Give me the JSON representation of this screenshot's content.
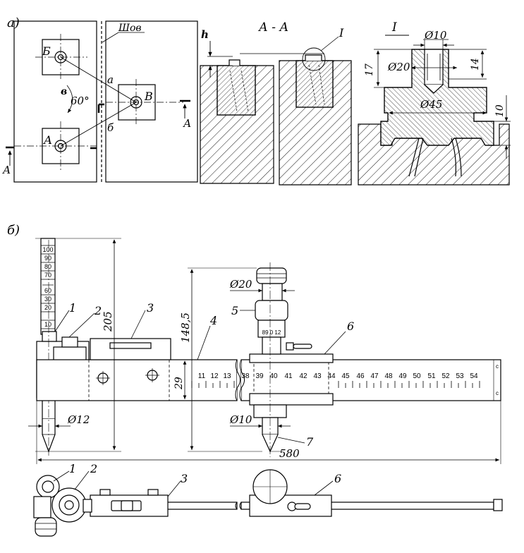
{
  "figure_a": {
    "tag": "а)",
    "plan": {
      "seam_label": "Шов",
      "point_b_cyr": "Б",
      "point_a": "А",
      "point_v": "В",
      "label_a": "а",
      "label_b": "б",
      "label_v": "в",
      "angle": "60°",
      "section_mark_left": "А",
      "section_mark_right": "А"
    },
    "section": {
      "title": "А - А",
      "h_label": "h",
      "detail_ref": "I"
    },
    "detail": {
      "title": "I",
      "dim_d10": "Ø10",
      "dim_d20": "Ø20",
      "dim_d45": "Ø45",
      "dim_17": "17",
      "dim_14": "14",
      "dim_10": "10"
    }
  },
  "figure_b": {
    "tag": "б)",
    "callouts": [
      "1",
      "2",
      "3",
      "4",
      "5",
      "6",
      "7"
    ],
    "dims": {
      "d12": "Ø12",
      "h205": "205",
      "h148": "148,5",
      "w29": "29",
      "d20": "Ø20",
      "d10": "Ø10",
      "len580": "580"
    },
    "left_scale": [
      "100",
      "90",
      "80",
      "70",
      "60",
      "30",
      "20",
      "10"
    ],
    "ruler_left_ticks": [
      "11",
      "12",
      "13"
    ],
    "ruler_main_ticks": [
      "38",
      "39",
      "40",
      "41",
      "42",
      "43",
      "44",
      "45",
      "46",
      "47",
      "48",
      "49",
      "50",
      "51",
      "52",
      "53",
      "54"
    ],
    "ruler_end_marks": [
      "c",
      "c"
    ],
    "micrometer_reading": "89 0 12"
  },
  "figure_top_view": {
    "callouts": [
      "1",
      "2",
      "3",
      "6"
    ]
  }
}
